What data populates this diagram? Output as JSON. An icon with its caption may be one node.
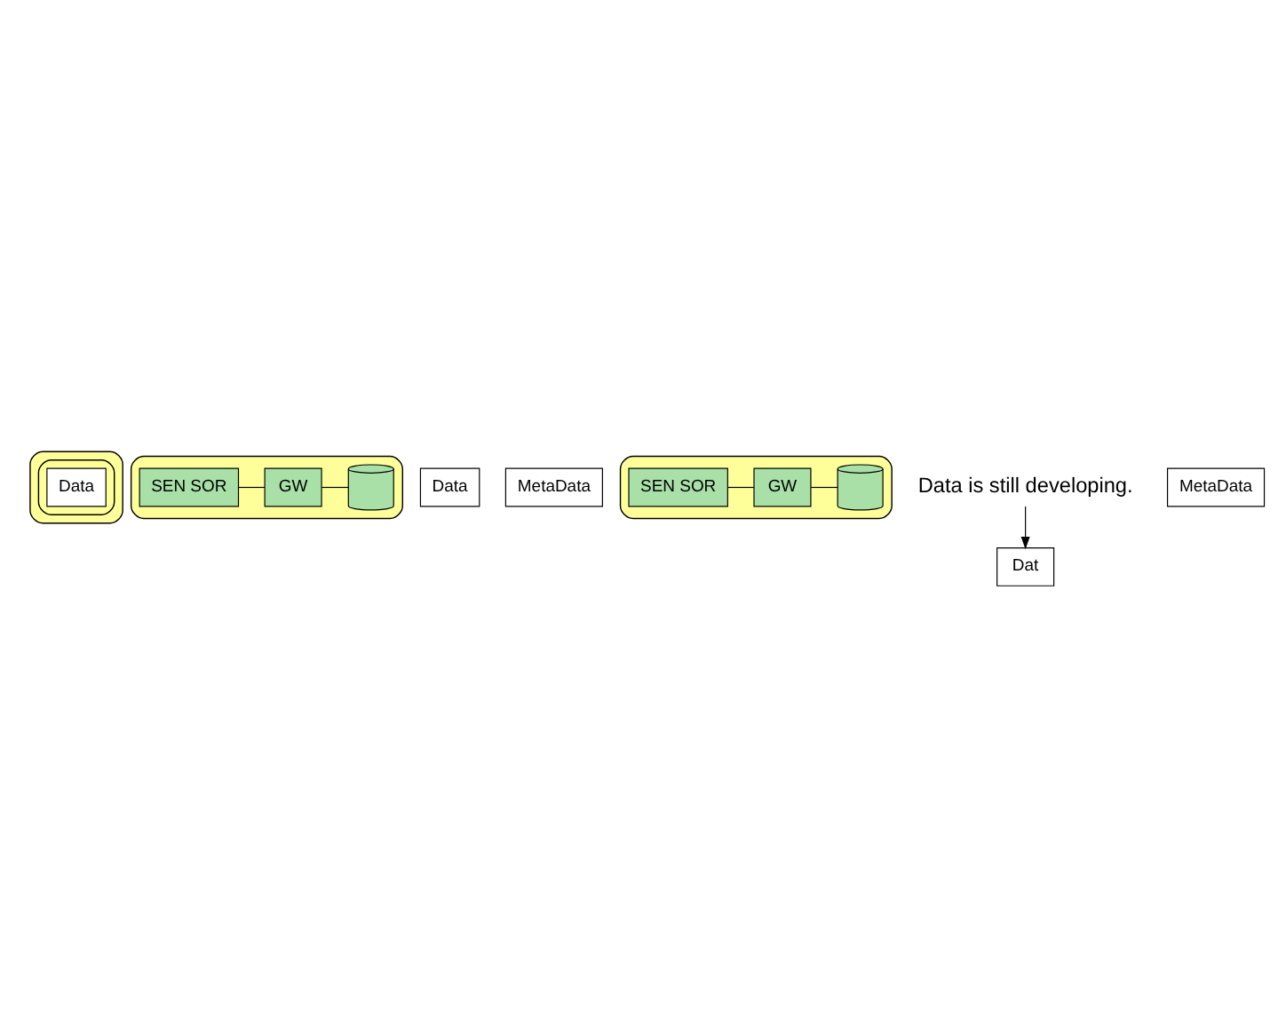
{
  "diagram": {
    "nodes": [
      {
        "text": [],
        "shape": "cloud"
      },
      {
        "text": [],
        "shape": "cylinder",
        "in": 0
      },
      {
        "text": [
          "Data"
        ],
        "in": 1
      },
      {
        "text": [],
        "shape": "car"
      },
      {
        "text": [
          "SEN SOR"
        ],
        "in": 3
      },
      {
        "text": [
          "GW"
        ],
        "in": 3
      },
      {
        "text": [],
        "shape": "cylinder",
        "in": 3
      },
      {
        "text": [
          "Data"
        ]
      },
      {
        "text": [
          "MetaData"
        ]
      },
      {
        "text": [],
        "shape": "car"
      },
      {
        "text": [
          "SEN SOR"
        ],
        "in": 9
      },
      {
        "text": [
          "GW"
        ],
        "in": 9
      },
      {
        "text": [],
        "shape": "cylinder",
        "in": 9
      },
      {
        "text": [
          "Dat"
        ]
      },
      {
        "text": [
          "MetaData"
        ]
      },
      {
        "text": [
          "Data is still developing."
        ]
      }
    ],
    "edges": [
      {
        "from": 4,
        "to": 5,
        "arrow": "none"
      },
      {
        "from": 5,
        "to": 6,
        "arrow": "none"
      },
      {
        "from": 10,
        "to": 11,
        "arrow": "none"
      },
      {
        "from": 11,
        "to": 12,
        "arrow": "none"
      },
      {
        "from": 15,
        "to": 13,
        "arrow": "to"
      }
    ]
  }
}
